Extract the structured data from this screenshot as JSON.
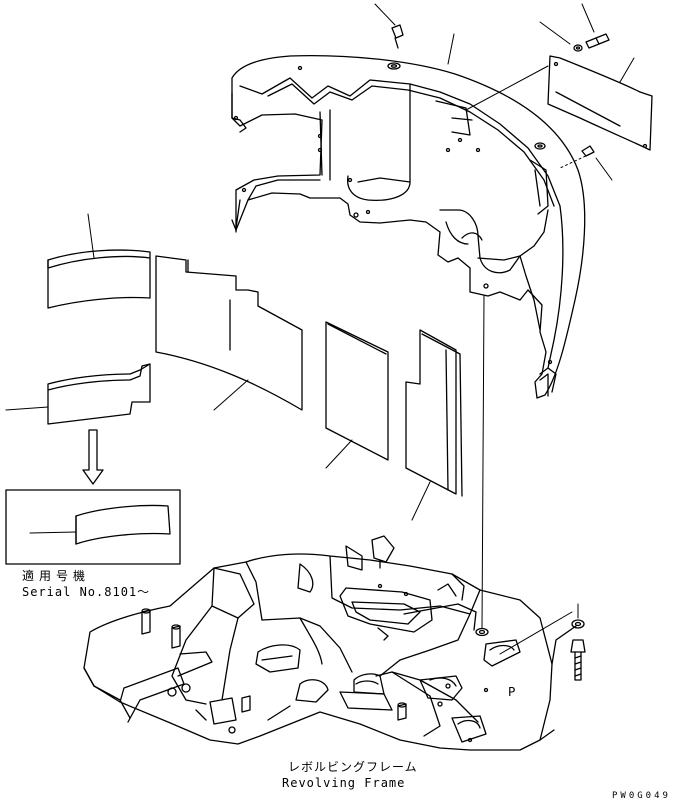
{
  "serial_note": {
    "label_jp": "適用号機",
    "label_en": "Serial No.8101～"
  },
  "frame_label": {
    "jp": "レボルビングフレーム",
    "en": "Revolving Frame"
  },
  "drawing_code": "PW0G049",
  "colors": {
    "line": "#000000",
    "background": "#ffffff"
  }
}
